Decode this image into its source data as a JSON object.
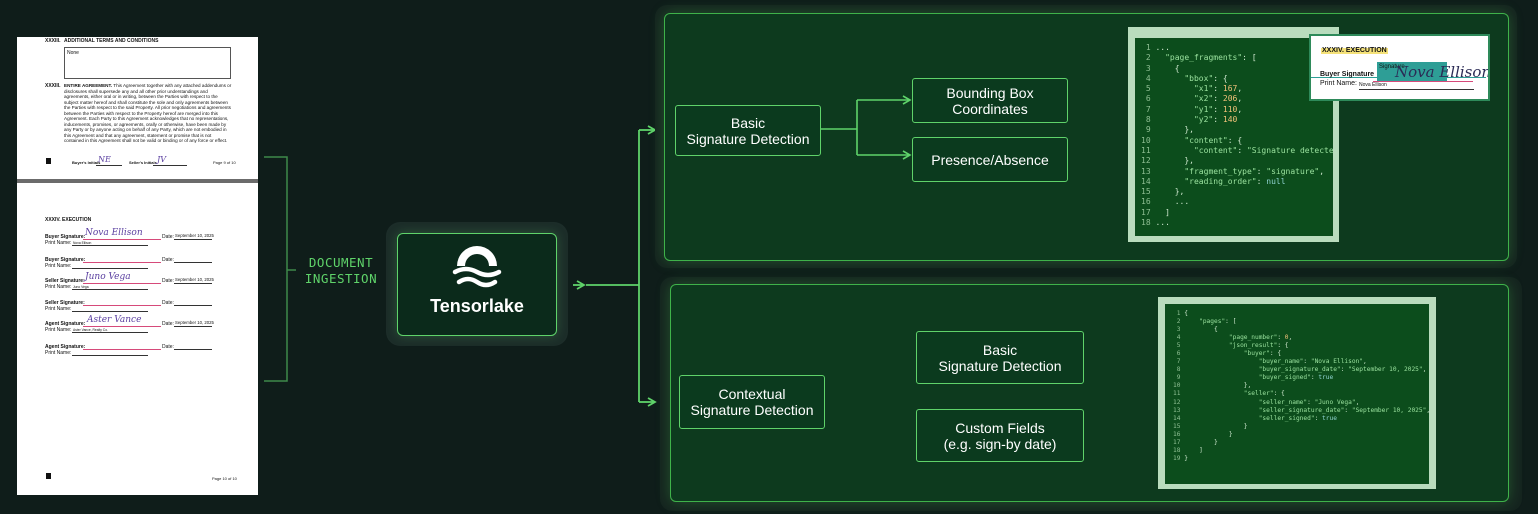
{
  "document": {
    "page1": {
      "section_xxxiii_num": "XXXIII.",
      "section_xxxiii_title": "ADDITIONAL TERMS AND CONDITIONS",
      "terms_box": "None",
      "section_xxxiii_b_num": "XXXIII.",
      "entire_agreement_title": "ENTIRE AGREEMENT.",
      "entire_agreement_text": "This Agreement together with any attached addendums or disclosures shall supersede any and all other prior understandings and agreements, either oral or in writing, between the Parties with respect to the subject matter hereof and shall constitute the sole and only agreements between the Parties with respect to the said Property. All prior negotiations and agreements between the Parties with respect to the Property hereof are merged into this Agreement. Each Party to this Agreement acknowledges that no representations, inducements, promises, or agreements, orally or otherwise, have been made by any Party or by anyone acting on behalf of any Party, which are not embodied in this Agreement and that any agreement, statement or promise that is not contained in this Agreement shall not be valid or binding or of any force or effect.",
      "buyers_initials": "Buyer's Initials",
      "sellers_initials": "Seller's Initials",
      "page_num": "Page 9 of 10"
    },
    "page2": {
      "section_title": "XXXIV.  EXECUTION",
      "rows": [
        {
          "label": "Buyer Signature:",
          "script": "Nova Ellison",
          "date_label": "Date:",
          "date": "September 10, 2025",
          "print_label": "Print Name:",
          "print_name": "Nova Ellison"
        },
        {
          "label": "Buyer Signature:",
          "script": "",
          "date_label": "Date:",
          "date": "",
          "print_label": "Print Name:",
          "print_name": ""
        },
        {
          "label": "Seller Signature:",
          "script": "Juno Vega",
          "date_label": "Date:",
          "date": "September 10, 2025",
          "print_label": "Print Name:",
          "print_name": "Juno Vega"
        },
        {
          "label": "Seller Signature:",
          "script": "",
          "date_label": "Date:",
          "date": "",
          "print_label": "Print Name:",
          "print_name": ""
        },
        {
          "label": "Agent Signature:",
          "script": "Aster Vance",
          "date_label": "Date:",
          "date": "September 10, 2025",
          "print_label": "Print Name:",
          "print_name": "Aster Vance, Realty Co."
        },
        {
          "label": "Agent Signature:",
          "script": "",
          "date_label": "Date:",
          "date": "",
          "print_label": "Print Name:",
          "print_name": ""
        }
      ],
      "page_num": "Page 10 of 10"
    }
  },
  "ingestion_label": [
    "DOCUMENT",
    "INGESTION"
  ],
  "logo": {
    "name": "Tensorlake"
  },
  "top_panel": {
    "main_node": [
      "Basic",
      "Signature Detection"
    ],
    "outputs": [
      {
        "lines": [
          "Bounding Box",
          "Coordinates"
        ]
      },
      {
        "lines": [
          "Presence/Absence"
        ]
      }
    ],
    "code": [
      {
        "n": "1",
        "tokens": [
          [
            "t",
            "..."
          ]
        ]
      },
      {
        "n": "2",
        "tokens": [
          [
            "t",
            "  "
          ],
          [
            "s",
            "\"page_fragments\""
          ],
          [
            "t",
            ": ["
          ]
        ]
      },
      {
        "n": "3",
        "tokens": [
          [
            "t",
            "    {"
          ]
        ]
      },
      {
        "n": "4",
        "tokens": [
          [
            "t",
            "      "
          ],
          [
            "s",
            "\"bbox\""
          ],
          [
            "t",
            ": {"
          ]
        ]
      },
      {
        "n": "5",
        "tokens": [
          [
            "t",
            "        "
          ],
          [
            "s",
            "\"x1\""
          ],
          [
            "t",
            ": "
          ],
          [
            "n",
            "167"
          ],
          [
            "t",
            ","
          ]
        ]
      },
      {
        "n": "6",
        "tokens": [
          [
            "t",
            "        "
          ],
          [
            "s",
            "\"x2\""
          ],
          [
            "t",
            ": "
          ],
          [
            "n",
            "206"
          ],
          [
            "t",
            ","
          ]
        ]
      },
      {
        "n": "7",
        "tokens": [
          [
            "t",
            "        "
          ],
          [
            "s",
            "\"y1\""
          ],
          [
            "t",
            ": "
          ],
          [
            "n",
            "110"
          ],
          [
            "t",
            ","
          ]
        ]
      },
      {
        "n": "8",
        "tokens": [
          [
            "t",
            "        "
          ],
          [
            "s",
            "\"y2\""
          ],
          [
            "t",
            ": "
          ],
          [
            "n",
            "140"
          ]
        ]
      },
      {
        "n": "9",
        "tokens": [
          [
            "t",
            "      },"
          ]
        ]
      },
      {
        "n": "10",
        "tokens": [
          [
            "t",
            "      "
          ],
          [
            "s",
            "\"content\""
          ],
          [
            "t",
            ": {"
          ]
        ]
      },
      {
        "n": "11",
        "tokens": [
          [
            "t",
            "        "
          ],
          [
            "s",
            "\"content\""
          ],
          [
            "t",
            ": "
          ],
          [
            "s",
            "\"Signature detected\""
          ]
        ]
      },
      {
        "n": "12",
        "tokens": [
          [
            "t",
            "      },"
          ]
        ]
      },
      {
        "n": "13",
        "tokens": [
          [
            "t",
            "      "
          ],
          [
            "s",
            "\"fragment_type\""
          ],
          [
            "t",
            ": "
          ],
          [
            "s",
            "\"signature\""
          ],
          [
            "t",
            ","
          ]
        ]
      },
      {
        "n": "14",
        "tokens": [
          [
            "t",
            "      "
          ],
          [
            "s",
            "\"reading_order\""
          ],
          [
            "t",
            ": "
          ],
          [
            "k",
            "null"
          ]
        ]
      },
      {
        "n": "15",
        "tokens": [
          [
            "t",
            "    },"
          ]
        ]
      },
      {
        "n": "16",
        "tokens": [
          [
            "t",
            "    ..."
          ]
        ]
      },
      {
        "n": "17",
        "tokens": [
          [
            "t",
            "  ]"
          ]
        ]
      },
      {
        "n": "18",
        "tokens": [
          [
            "t",
            "..."
          ]
        ]
      }
    ],
    "crop": {
      "title": "XXXIV.  EXECUTION",
      "box_label": "Signature",
      "sig_label": "Buyer Signature",
      "script": "Nova Ellison",
      "print_label": "Print Name:",
      "print_name": "Nova Ellison"
    }
  },
  "bottom_panel": {
    "main_node": [
      "Contextual",
      "Signature Detection"
    ],
    "outputs": [
      {
        "lines": [
          "Basic",
          "Signature Detection"
        ]
      },
      {
        "lines": [
          "Custom Fields",
          "(e.g. sign-by date)"
        ]
      }
    ],
    "code": [
      {
        "n": "1",
        "tokens": [
          [
            "t",
            "{"
          ]
        ]
      },
      {
        "n": "2",
        "tokens": [
          [
            "t",
            "    "
          ],
          [
            "s",
            "\"pages\""
          ],
          [
            "t",
            ": ["
          ]
        ]
      },
      {
        "n": "3",
        "tokens": [
          [
            "t",
            "        {"
          ]
        ]
      },
      {
        "n": "4",
        "tokens": [
          [
            "t",
            "            "
          ],
          [
            "s",
            "\"page_number\""
          ],
          [
            "t",
            ": "
          ],
          [
            "n",
            "0"
          ],
          [
            "t",
            ","
          ]
        ]
      },
      {
        "n": "5",
        "tokens": [
          [
            "t",
            "            "
          ],
          [
            "s",
            "\"json_result\""
          ],
          [
            "t",
            ": {"
          ]
        ]
      },
      {
        "n": "6",
        "tokens": [
          [
            "t",
            "                "
          ],
          [
            "s",
            "\"buyer\""
          ],
          [
            "t",
            ": {"
          ]
        ]
      },
      {
        "n": "7",
        "tokens": [
          [
            "t",
            "                    "
          ],
          [
            "s",
            "\"buyer_name\""
          ],
          [
            "t",
            ": "
          ],
          [
            "s",
            "\"Nova Ellison\""
          ],
          [
            "t",
            ","
          ]
        ]
      },
      {
        "n": "8",
        "tokens": [
          [
            "t",
            "                    "
          ],
          [
            "s",
            "\"buyer_signature_date\""
          ],
          [
            "t",
            ": "
          ],
          [
            "s",
            "\"September 10, 2025\""
          ],
          [
            "t",
            ","
          ]
        ]
      },
      {
        "n": "9",
        "tokens": [
          [
            "t",
            "                    "
          ],
          [
            "s",
            "\"buyer_signed\""
          ],
          [
            "t",
            ": "
          ],
          [
            "k",
            "true"
          ]
        ]
      },
      {
        "n": "10",
        "tokens": [
          [
            "t",
            "                },"
          ]
        ]
      },
      {
        "n": "11",
        "tokens": [
          [
            "t",
            "                "
          ],
          [
            "s",
            "\"seller\""
          ],
          [
            "t",
            ": {"
          ]
        ]
      },
      {
        "n": "12",
        "tokens": [
          [
            "t",
            "                    "
          ],
          [
            "s",
            "\"seller_name\""
          ],
          [
            "t",
            ": "
          ],
          [
            "s",
            "\"Juno Vega\""
          ],
          [
            "t",
            ","
          ]
        ]
      },
      {
        "n": "13",
        "tokens": [
          [
            "t",
            "                    "
          ],
          [
            "s",
            "\"seller_signature_date\""
          ],
          [
            "t",
            ": "
          ],
          [
            "s",
            "\"September 10, 2025\""
          ],
          [
            "t",
            ","
          ]
        ]
      },
      {
        "n": "14",
        "tokens": [
          [
            "t",
            "                    "
          ],
          [
            "s",
            "\"seller_signed\""
          ],
          [
            "t",
            ": "
          ],
          [
            "k",
            "true"
          ]
        ]
      },
      {
        "n": "15",
        "tokens": [
          [
            "t",
            "                }"
          ]
        ]
      },
      {
        "n": "16",
        "tokens": [
          [
            "t",
            "            }"
          ]
        ]
      },
      {
        "n": "17",
        "tokens": [
          [
            "t",
            "        }"
          ]
        ]
      },
      {
        "n": "18",
        "tokens": [
          [
            "t",
            "    ]"
          ]
        ]
      },
      {
        "n": "19",
        "tokens": [
          [
            "t",
            "}"
          ]
        ]
      }
    ]
  },
  "colors": {
    "background": "#0f1d1a",
    "accent": "#5fd36a",
    "panel": "#0d3a1e",
    "code_bg": "#0c4d1c"
  }
}
